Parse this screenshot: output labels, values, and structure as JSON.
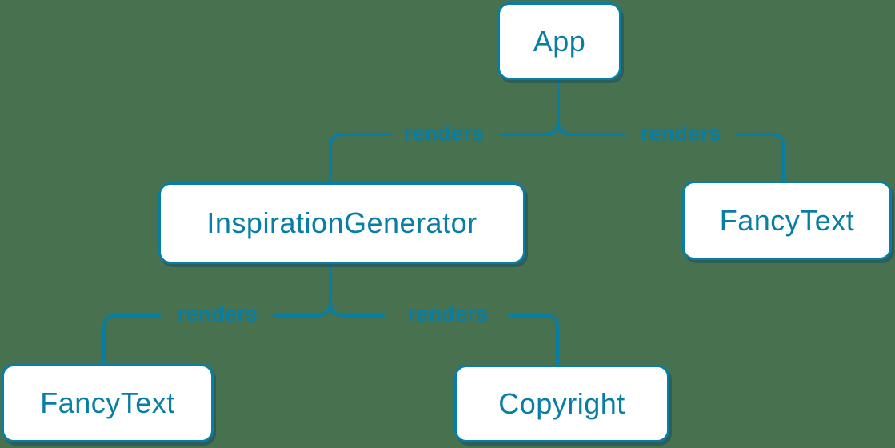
{
  "diagram": {
    "type": "component-render-tree",
    "colors": {
      "background": "#47714f",
      "accent": "#087ea4",
      "node_fill": "#ffffff",
      "node_shadow": "rgba(13,72,100,0.45)"
    },
    "nodes": [
      {
        "id": "app",
        "label": "App"
      },
      {
        "id": "inspiration-generator",
        "label": "InspirationGenerator"
      },
      {
        "id": "fancy-text-right",
        "label": "FancyText"
      },
      {
        "id": "fancy-text-left",
        "label": "FancyText"
      },
      {
        "id": "copyright",
        "label": "Copyright"
      }
    ],
    "edges": [
      {
        "from": "App",
        "to": "InspirationGenerator",
        "label": "renders"
      },
      {
        "from": "App",
        "to": "FancyText",
        "label": "renders"
      },
      {
        "from": "InspirationGenerator",
        "to": "FancyText",
        "label": "renders"
      },
      {
        "from": "InspirationGenerator",
        "to": "Copyright",
        "label": "renders"
      }
    ]
  }
}
